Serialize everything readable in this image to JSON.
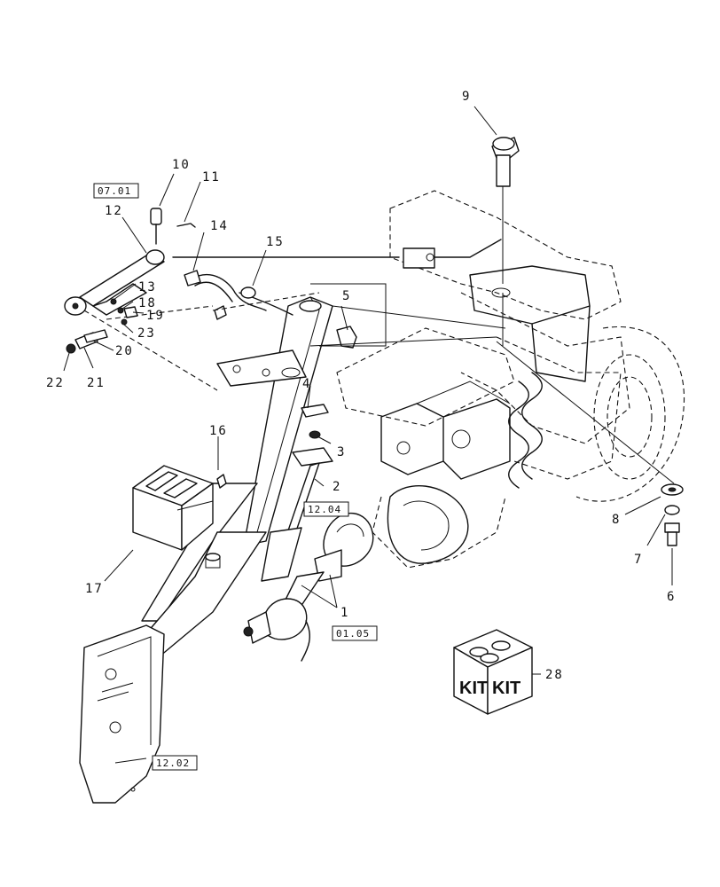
{
  "callouts": {
    "c1": "1",
    "c2": "2",
    "c3": "3",
    "c4": "4",
    "c5": "5",
    "c6": "6",
    "c7": "7",
    "c8": "8",
    "c9": "9",
    "c10": "10",
    "c11": "11",
    "c12": "12",
    "c13": "13",
    "c14": "14",
    "c15": "15",
    "c16": "16",
    "c17": "17",
    "c18": "18",
    "c19": "19",
    "c20": "20",
    "c21": "21",
    "c22": "22",
    "c23": "23",
    "c28": "28"
  },
  "references": {
    "r0701": "07.01",
    "r1204": "12.04",
    "r0105": "01.05",
    "r1202": "12.02"
  },
  "kit": {
    "left": "KIT",
    "right": "KIT"
  }
}
